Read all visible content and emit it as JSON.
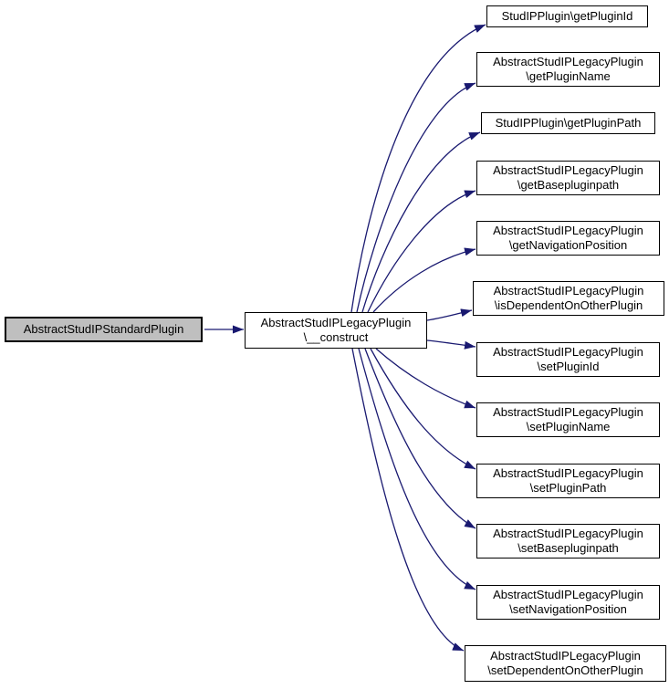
{
  "graph": {
    "root": {
      "label": "AbstractStudIPStandardPlugin"
    },
    "center": {
      "label": "AbstractStudIPLegacyPlugin\n\\__construct"
    },
    "targets": [
      {
        "label": "StudIPPlugin\\getPluginId"
      },
      {
        "label": "AbstractStudIPLegacyPlugin\n\\getPluginName"
      },
      {
        "label": "StudIPPlugin\\getPluginPath"
      },
      {
        "label": "AbstractStudIPLegacyPlugin\n\\getBasepluginpath"
      },
      {
        "label": "AbstractStudIPLegacyPlugin\n\\getNavigationPosition"
      },
      {
        "label": "AbstractStudIPLegacyPlugin\n\\isDependentOnOtherPlugin"
      },
      {
        "label": "AbstractStudIPLegacyPlugin\n\\setPluginId"
      },
      {
        "label": "AbstractStudIPLegacyPlugin\n\\setPluginName"
      },
      {
        "label": "AbstractStudIPLegacyPlugin\n\\setPluginPath"
      },
      {
        "label": "AbstractStudIPLegacyPlugin\n\\setBasepluginpath"
      },
      {
        "label": "AbstractStudIPLegacyPlugin\n\\setNavigationPosition"
      },
      {
        "label": "AbstractStudIPLegacyPlugin\n\\setDependentOnOtherPlugin"
      }
    ],
    "colors": {
      "edge": "#191970",
      "node_border": "#000000",
      "node_fill": "#ffffff",
      "root_fill": "#bfbfbf"
    }
  }
}
